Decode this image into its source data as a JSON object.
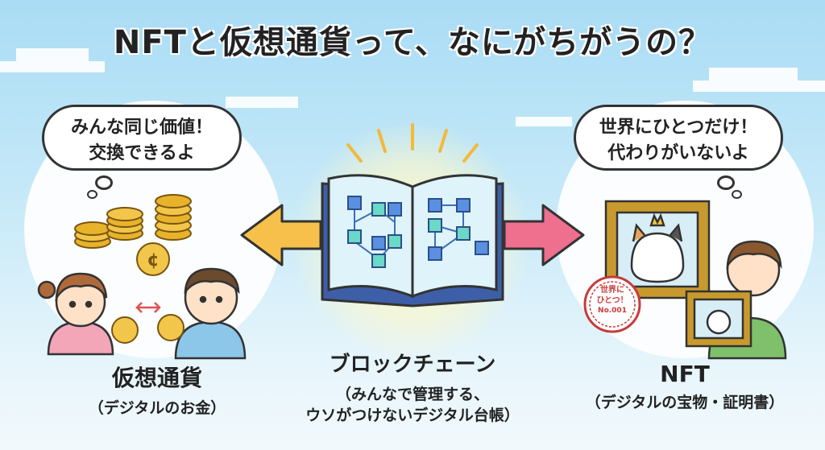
{
  "title": "NFTと仮想通貨って、なにがちがうの？",
  "left": {
    "bubble": [
      "みんな同じ価値！",
      "交換できるよ"
    ],
    "caption": "仮想通貨",
    "subcaption": "（デジタルのお金）"
  },
  "center": {
    "caption": "ブロックチェーン",
    "subcaption": [
      "（みんなで管理する、",
      "ウソがつけないデジタル台帳）"
    ]
  },
  "right": {
    "bubble": [
      "世界にひとつだけ！",
      "代わりがいないよ"
    ],
    "stamp": [
      "世界に",
      "ひとつ！",
      "No.001"
    ],
    "caption": "NFT",
    "subcaption": "（デジタルの宝物・証明書）"
  },
  "colors": {
    "left_arrow": "#f6c04a",
    "right_arrow": "#ef6f8f",
    "coin": "#e8b32a",
    "frame": "#c89a2e"
  }
}
